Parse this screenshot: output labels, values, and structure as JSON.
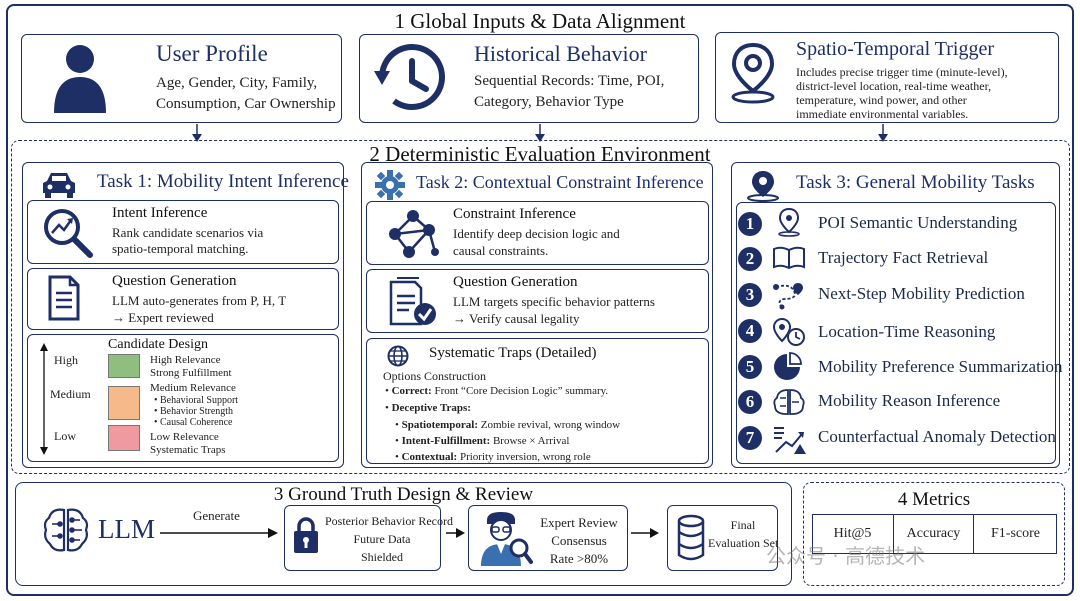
{
  "section1": {
    "title": "1  Global Inputs & Data Alignment",
    "user_profile": {
      "title": "User Profile",
      "line1": "Age, Gender, City, Family,",
      "line2": "Consumption, Car Ownership"
    },
    "historical": {
      "title": "Historical Behavior",
      "line1": "Sequential Records: Time, POI,",
      "line2": "Category, Behavior Type"
    },
    "trigger": {
      "title": "Spatio-Temporal Trigger",
      "line1": "Includes precise trigger time (minute-level),",
      "line2": "district-level location, real-time weather,",
      "line3": "temperature, wind power, and other",
      "line4": "immediate environmental variables."
    }
  },
  "section2": {
    "title": "2  Deterministic Evaluation Environment",
    "task1": {
      "title": "Task 1: Mobility Intent Inference",
      "intent": {
        "title": "Intent  Inference",
        "line1": "Rank candidate scenarios via",
        "line2": "spatio-temporal matching."
      },
      "question": {
        "title": "Question Generation",
        "line1": "LLM auto-generates from  P, H, T",
        "line2": "→ Expert reviewed"
      },
      "candidate": {
        "title": "Candidate Design",
        "axis_high": "High",
        "axis_medium": "Medium",
        "axis_low": "Low",
        "high_1": "High Relevance",
        "high_2": "Strong Fulfillment",
        "medium_1": "Medium Relevance",
        "medium_b1": "Behavioral Support",
        "medium_b2": "Behavior Strength",
        "medium_b3": "Causal Coherence",
        "low_1": "Low Relevance",
        "low_2": "Systematic Traps",
        "color_high": "#8fbf7f",
        "color_medium": "#f6b98a",
        "color_low": "#ef9a9e"
      }
    },
    "task2": {
      "title": "Task 2: Contextual Constraint Inference",
      "constraint": {
        "title": "Constraint Inference",
        "line1": "Identify deep decision logic and",
        "line2": "causal constraints."
      },
      "question": {
        "title": "Question Generation",
        "line1": "LLM targets specific behavior patterns",
        "line2": "→ Verify causal legality"
      },
      "traps": {
        "title": "Systematic Traps (Detailed)",
        "options": "Options Construction",
        "correct_label": "Correct:",
        "correct_text": "Front “Core Decision Logic” summary.",
        "deceptive_label": "Deceptive Traps:",
        "spatio_label": "Spatiotemporal:",
        "spatio_text": "Zombie revival, wrong window",
        "intent_label": "Intent-Fulfillment:",
        "intent_text": "Browse × Arrival",
        "context_label": "Contextual:",
        "context_text": "Priority inversion, wrong role"
      }
    },
    "task3": {
      "title": "Task 3: General Mobility Tasks",
      "items": [
        {
          "num": "1",
          "label": "POI Semantic  Understanding"
        },
        {
          "num": "2",
          "label": "Trajectory  Fact Retrieval"
        },
        {
          "num": "3",
          "label": "Next-Step Mobility Prediction"
        },
        {
          "num": "4",
          "label": "Location-Time Reasoning"
        },
        {
          "num": "5",
          "label": "Mobility Preference Summarization"
        },
        {
          "num": "6",
          "label": "Mobility Reason Inference"
        },
        {
          "num": "7",
          "label": "Counterfactual Anomaly Detection"
        }
      ]
    }
  },
  "section3": {
    "title": "3  Ground Truth Design & Review",
    "llm": "LLM",
    "generate": "Generate",
    "posterior": {
      "line1": "Posterior Behavior Record",
      "line2": "Future Data",
      "line3": "Shielded"
    },
    "expert": {
      "line1": "Expert Review",
      "line2": "Consensus",
      "line3": "Rate >80%"
    },
    "final": {
      "line1": "Final",
      "line2": "Evaluation Set"
    }
  },
  "section4": {
    "title": "4  Metrics",
    "metrics": [
      "Hit@5",
      "Accuracy",
      "F1-score"
    ]
  },
  "watermark": "公众号 · 高德技术",
  "colors": {
    "navy": "#1e2f66"
  }
}
